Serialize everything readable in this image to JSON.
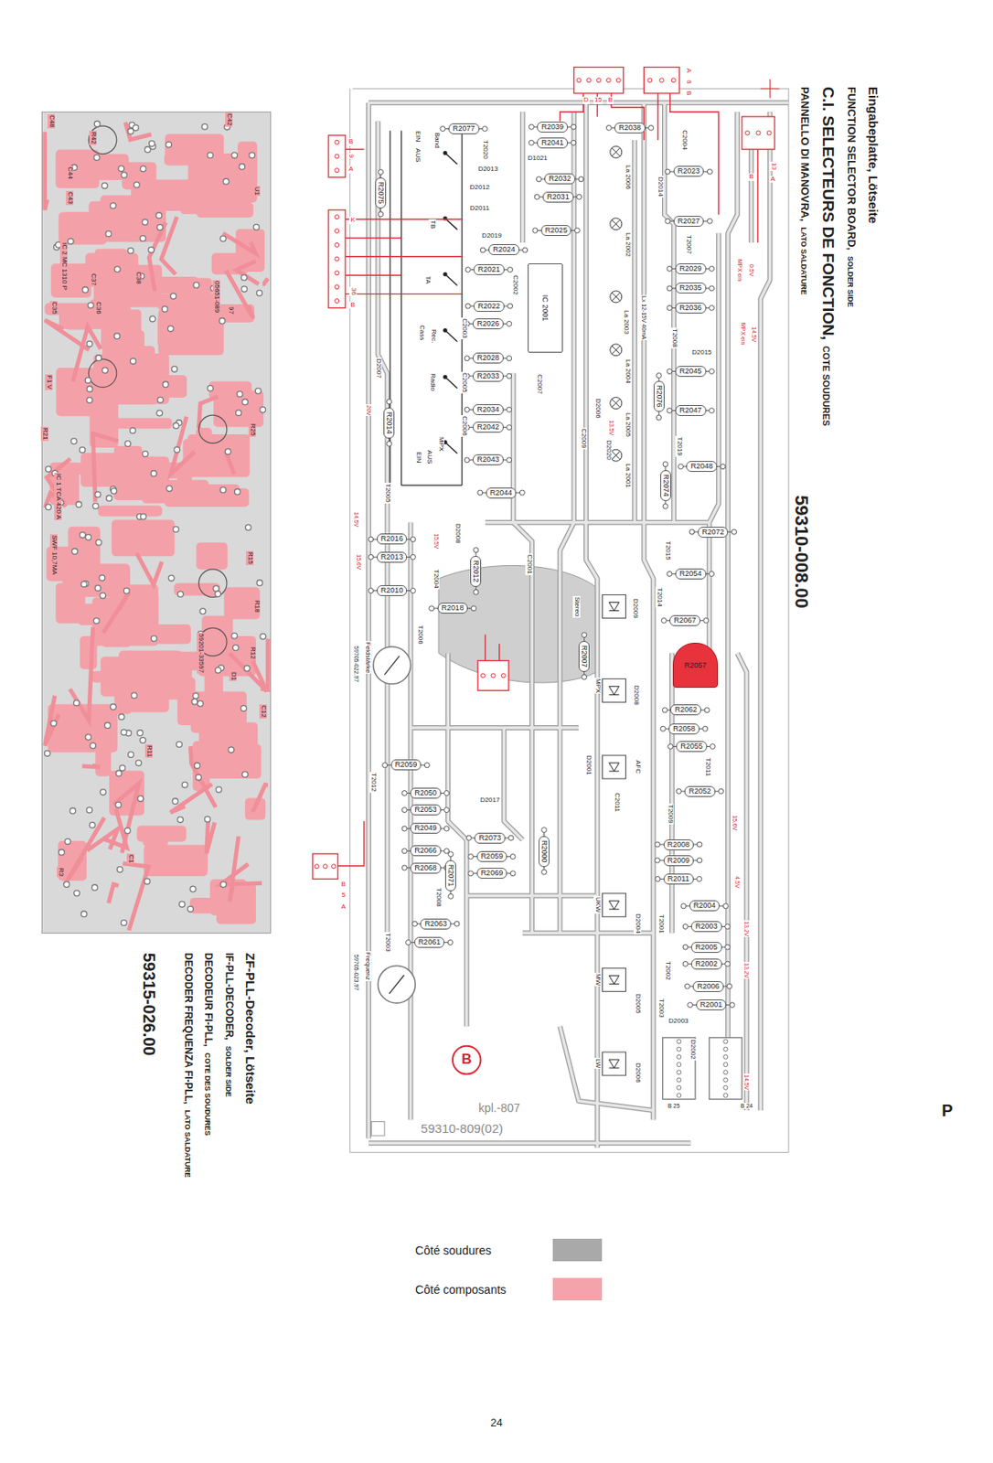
{
  "diagram": {
    "nodes": [
      {
        "text": [
          "R2077"
        ]
      },
      {
        "text": [
          "R2039"
        ]
      },
      {
        "text": [
          "R2041"
        ]
      },
      {
        "text": [
          "R2038"
        ]
      },
      {
        "text": [
          "R2032"
        ]
      },
      {
        "text": [
          "R2031"
        ]
      },
      {
        "text": [
          "R2075"
        ]
      },
      {
        "text": [
          "R2025"
        ]
      },
      {
        "text": [
          "R2024"
        ]
      },
      {
        "text": [
          "R2023"
        ]
      },
      {
        "text": [
          "R2027"
        ]
      },
      {
        "text": [
          "R2021"
        ]
      },
      {
        "text": [
          "R2022"
        ]
      },
      {
        "text": [
          "R2026"
        ]
      },
      {
        "text": [
          "R2029"
        ]
      },
      {
        "text": [
          "R2035"
        ]
      },
      {
        "text": [
          "R2036"
        ]
      },
      {
        "text": [
          "R2028"
        ]
      },
      {
        "text": [
          "R2033"
        ]
      },
      {
        "text": [
          "R2034"
        ]
      },
      {
        "text": [
          "R2042"
        ]
      },
      {
        "text": [
          "R2043"
        ]
      },
      {
        "text": [
          "R2014"
        ]
      },
      {
        "text": [
          "R2044"
        ]
      },
      {
        "text": [
          "R2045"
        ]
      },
      {
        "text": [
          "R2047"
        ]
      },
      {
        "text": [
          "R2076"
        ]
      },
      {
        "text": [
          "R2074"
        ]
      },
      {
        "text": [
          "R2048"
        ]
      },
      {
        "text": [
          "R2072"
        ]
      },
      {
        "text": [
          "R2054"
        ]
      },
      {
        "text": [
          "R2067"
        ]
      },
      {
        "text": [
          "R2016"
        ]
      },
      {
        "text": [
          "R2013"
        ]
      },
      {
        "text": [
          "R2012"
        ]
      },
      {
        "text": [
          "R2010"
        ]
      },
      {
        "text": [
          "R2018"
        ]
      },
      {
        "text": [
          "R2007"
        ]
      },
      {
        "text": [
          "R2062"
        ]
      },
      {
        "text": [
          "R2058"
        ]
      },
      {
        "text": [
          "R2055"
        ]
      },
      {
        "text": [
          "R2052"
        ]
      },
      {
        "text": [
          "R2059"
        ]
      },
      {
        "text": [
          "R2050"
        ]
      },
      {
        "text": [
          "R2053"
        ]
      },
      {
        "text": [
          "R2049"
        ]
      },
      {
        "text": [
          "R2073"
        ]
      },
      {
        "text": [
          "R2059"
        ]
      },
      {
        "text": [
          "R2069"
        ]
      },
      {
        "text": [
          "R2000"
        ]
      },
      {
        "text": [
          "R2066"
        ]
      },
      {
        "text": [
          "R2068"
        ]
      },
      {
        "text": [
          "R2071"
        ]
      },
      {
        "text": [
          "R2063"
        ]
      },
      {
        "text": [
          "R2061"
        ]
      },
      {
        "text": [
          "R2008"
        ]
      },
      {
        "text": [
          "R2009"
        ]
      },
      {
        "text": [
          "R2011"
        ]
      },
      {
        "text": [
          "R2004"
        ]
      },
      {
        "text": [
          "R2003"
        ]
      },
      {
        "text": [
          "R2005"
        ]
      },
      {
        "text": [
          "R2002"
        ]
      },
      {
        "text": [
          "R2006"
        ]
      },
      {
        "text": [
          "R2001"
        ]
      },
      {
        "text": [
          "IC 2001"
        ]
      },
      {
        "text": [
          "R2057"
        ]
      }
    ],
    "labels": [
      "Eingabeplatte, Lötseite",
      "FUNCTION SELECTOR BOARD,",
      "SOLDER SIDE",
      "C.I. SELECTEURS DE FONCTION,",
      "COTE SOUDURES",
      "PANNELLO DI MANOVRA,",
      "LATO SALDATURE",
      "59310-008.00",
      "ZF-PLL-Decoder, Lötseite",
      "IF-PLL-DECODER,",
      "SOLDER SIDE",
      "DECODEUR FI-PLL,",
      "COTE DES SOUDURES",
      "DECODER FREQUENZA FI-PLL,",
      "LATO SALDATURE",
      "59315-026.00",
      "24",
      "P",
      "B",
      "kpl.-807",
      "59310-809(02)",
      "Band",
      "EIN",
      "AUS",
      "TB",
      "TA",
      "Cass",
      "Rec.",
      "Radio",
      "MPX",
      "AUS",
      "EIN",
      "La 2006",
      "La 2002",
      "La 2003",
      "Lx 12-15V 40mA",
      "La 2004",
      "La 2005",
      "La 2001",
      "T2020",
      "T2007",
      "T2008",
      "T2019",
      "T2015",
      "T2014",
      "T2011",
      "T2009",
      "T2001",
      "T2002",
      "T2003",
      "T2005",
      "T2004",
      "T2006",
      "T2012",
      "T2008",
      "T2003",
      "D2013",
      "D2012",
      "D2011",
      "D1021",
      "D2019",
      "D2014",
      "D2015",
      "D2007",
      "D2006",
      "D2020",
      "D2008",
      "D2017",
      "D2009",
      "D2008",
      "D2001",
      "D2004",
      "D2005",
      "D2006",
      "D2003",
      "D2002",
      "C2004",
      "C2002",
      "C2003",
      "C2005",
      "C2007",
      "C2006",
      "C2009",
      "C2001",
      "C2011",
      "Stereo",
      "MPX",
      "AFC",
      "UKW",
      "MW",
      "LW",
      "Feldstärke",
      "59705-022.97",
      "Frequenz",
      "59705-023.97",
      "MPX ein",
      "0,5V",
      "MPX ein",
      "14,5V",
      "20V",
      "14,5V",
      "15,5V",
      "15,6V",
      "13,5V",
      "15,6V",
      "4,5V",
      "13,2V",
      "13,2V",
      "14,5V",
      "D",
      "15",
      "B",
      "A",
      "6",
      "B",
      "B",
      "A",
      "13",
      "B",
      "9",
      "A",
      "K",
      "36",
      "B",
      "B",
      "5",
      "A",
      "B 25",
      "B 24",
      "C48",
      "R42",
      "C42",
      "U1",
      "C44",
      "C43",
      "IC 2 MC 1310 P",
      "C37",
      "C38",
      "C35",
      "C36",
      "05651-089",
      "97",
      "F1 V",
      "R21",
      "R25",
      "IC 1 TCA 420 A",
      "SWF 10,7MA",
      "R15",
      "R18",
      "59201-33597",
      "R12",
      "D1",
      "C12",
      "R11",
      "C1",
      "R3"
    ],
    "legend": [
      {
        "text": "Côté soudures",
        "color": "#a9a9a9"
      },
      {
        "text": "Côté composants",
        "color": "#f5a3ab"
      }
    ]
  }
}
